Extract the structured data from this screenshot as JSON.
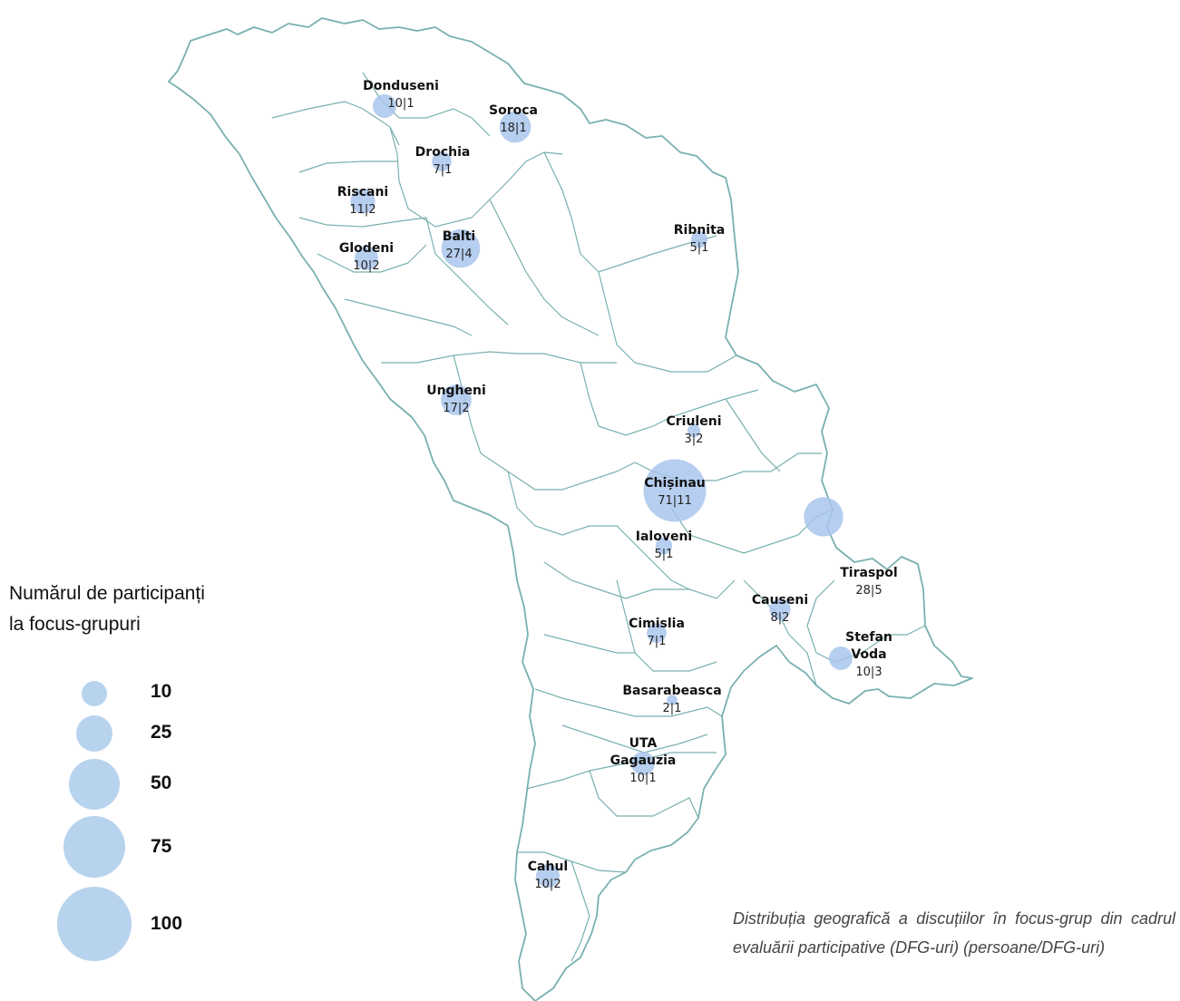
{
  "legend": {
    "title_line1": "Numărul de participanți",
    "title_line2": "la focus-grupuri",
    "sizes": [
      {
        "value": 10,
        "label": "10"
      },
      {
        "value": 25,
        "label": "25"
      },
      {
        "value": 50,
        "label": "50"
      },
      {
        "value": 75,
        "label": "75"
      },
      {
        "value": 100,
        "label": "100"
      }
    ]
  },
  "caption": "Distribuția geografică a discuțiilor în focus-grup din cadrul evaluării participative (DFG-uri) (persoane/DFG-uri)",
  "colors": {
    "border": "#79b0b0",
    "bubble": "#a9c6ec",
    "legend_bubble": "#b7d3ee",
    "label_text": "#111111"
  },
  "locations": [
    {
      "name": "Donduseni",
      "stats": "10|1",
      "participants": 10,
      "groups": 1
    },
    {
      "name": "Soroca",
      "stats": "18|1",
      "participants": 18,
      "groups": 1
    },
    {
      "name": "Drochia",
      "stats": "7|1",
      "participants": 7,
      "groups": 1
    },
    {
      "name": "Riscani",
      "stats": "11|2",
      "participants": 11,
      "groups": 2
    },
    {
      "name": "Ribnita",
      "stats": "5|1",
      "participants": 5,
      "groups": 1
    },
    {
      "name": "Glodeni",
      "stats": "10|2",
      "participants": 10,
      "groups": 2
    },
    {
      "name": "Balti",
      "stats": "27|4",
      "participants": 27,
      "groups": 4
    },
    {
      "name": "Ungheni",
      "stats": "17|2",
      "participants": 17,
      "groups": 2
    },
    {
      "name": "Criuleni",
      "stats": "3|2",
      "participants": 3,
      "groups": 2
    },
    {
      "name": "Chișinau",
      "stats": "71|11",
      "participants": 71,
      "groups": 11
    },
    {
      "name": "Ialoveni",
      "stats": "5|1",
      "participants": 5,
      "groups": 1
    },
    {
      "name": "Tiraspol",
      "stats": "28|5",
      "participants": 28,
      "groups": 5
    },
    {
      "name": "Causeni",
      "stats": "8|2",
      "participants": 8,
      "groups": 2
    },
    {
      "name": "Cimislia",
      "stats": "7|1",
      "participants": 7,
      "groups": 1
    },
    {
      "name": "Stefan Voda",
      "stats": "10|3",
      "participants": 10,
      "groups": 3
    },
    {
      "name": "Basarabeasca",
      "stats": "2|1",
      "participants": 2,
      "groups": 1
    },
    {
      "name": "UTA Gagauzia",
      "stats": "10|1",
      "participants": 10,
      "groups": 1
    },
    {
      "name": "Cahul",
      "stats": "10|2",
      "participants": 10,
      "groups": 2
    }
  ]
}
